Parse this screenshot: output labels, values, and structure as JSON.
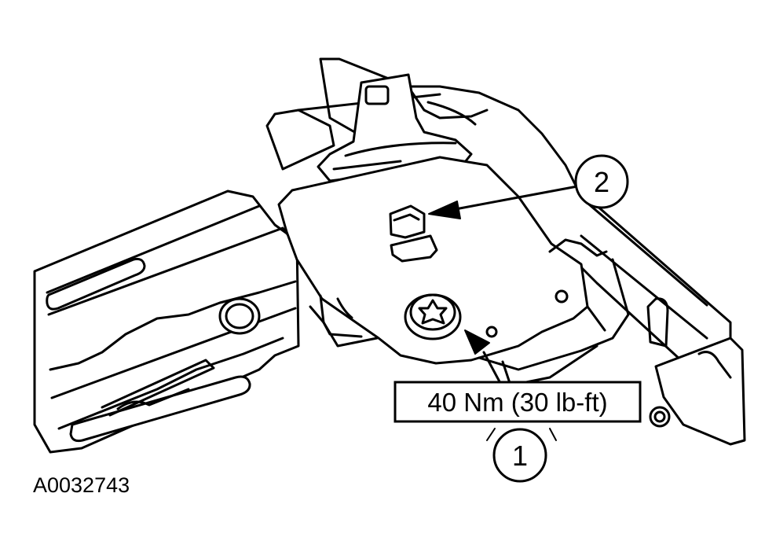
{
  "figure_id": "A0032743",
  "torque_label": "40 Nm (30 lb-ft)",
  "callouts": {
    "bolt": "1",
    "slot": "2"
  },
  "colors": {
    "line": "#000000",
    "background": "#ffffff"
  }
}
